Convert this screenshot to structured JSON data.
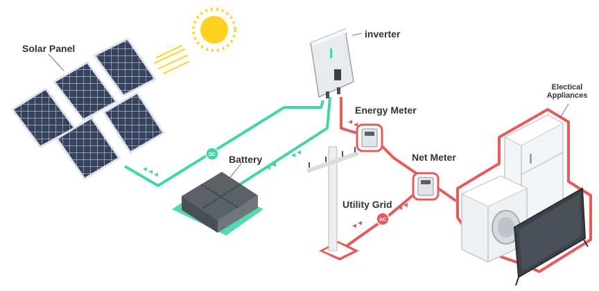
{
  "labels": {
    "solar_panel": "Solar Panel",
    "inverter": "inverter",
    "energy_meter": "Energy Meter",
    "net_meter": "Net Meter",
    "battery": "Battery",
    "utility_grid": "Utility Grid",
    "appliances_line1": "Electical",
    "appliances_line2": "Appliances"
  },
  "badges": {
    "dc": "DC",
    "ac": "AC"
  },
  "colors": {
    "dc_line": "#3fd6a8",
    "ac_line": "#e85a5a",
    "sun": "#ffd21f",
    "panel": "#2f3c5a",
    "battery": "#6b7078",
    "label_text": "#333333"
  },
  "icons": [
    "sun-icon",
    "solar-panel-icon",
    "inverter-icon",
    "battery-icon",
    "energy-meter-icon",
    "net-meter-icon",
    "utility-pole-icon",
    "washing-machine-icon",
    "refrigerator-icon",
    "television-icon"
  ]
}
